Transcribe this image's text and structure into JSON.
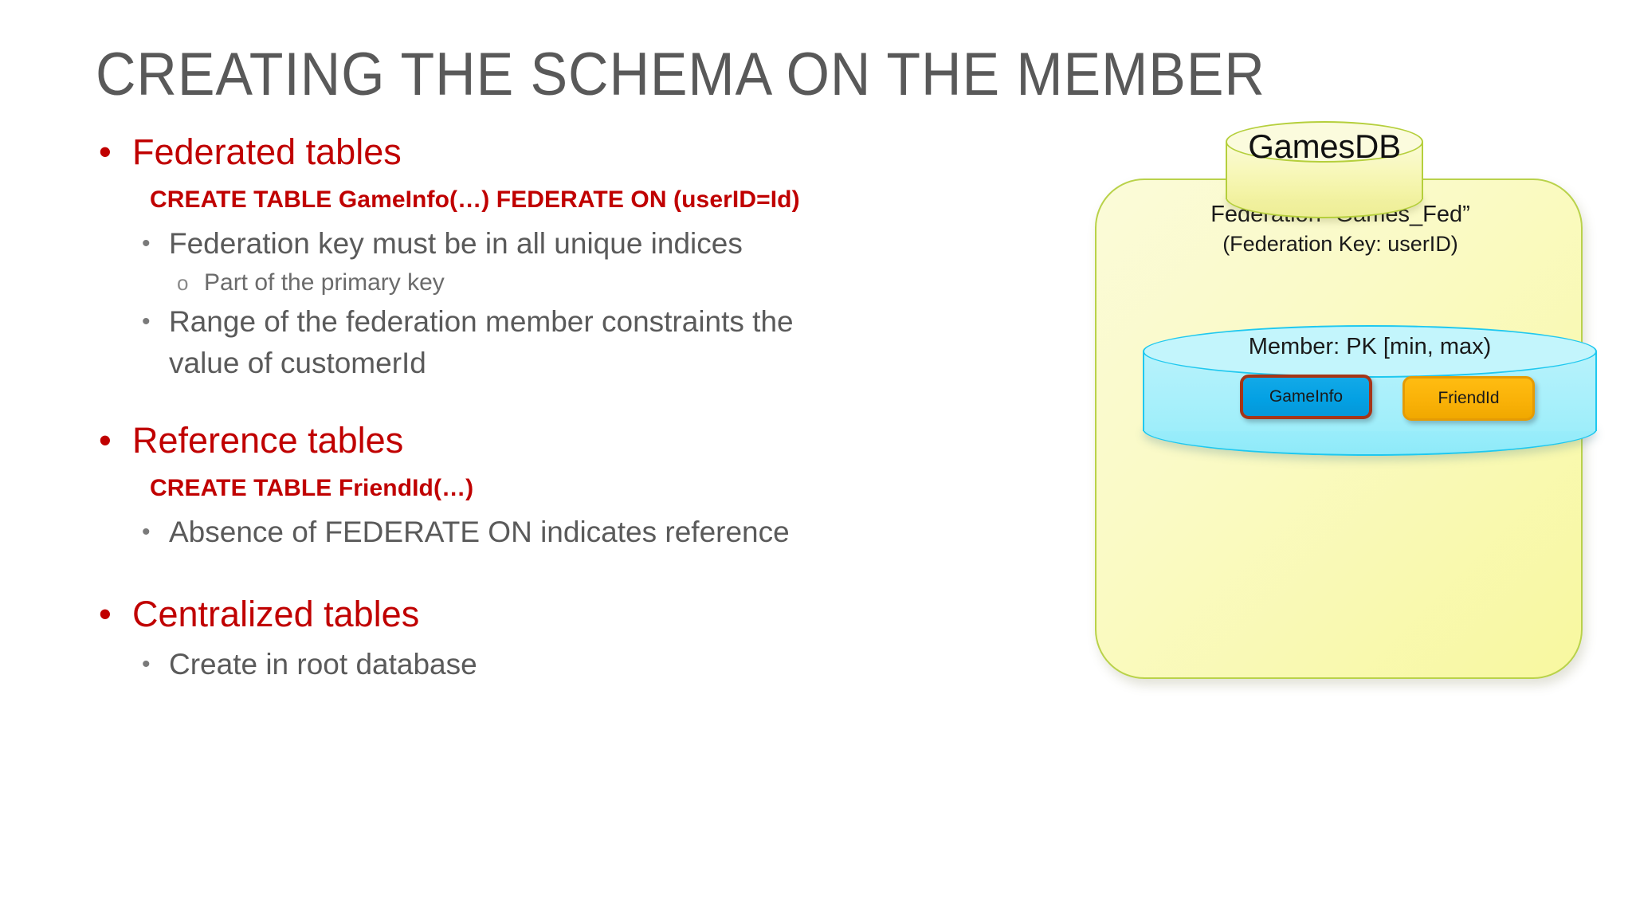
{
  "slide": {
    "title": "CREATING THE SCHEMA ON THE MEMBER",
    "bullet_glyph_level1": "•",
    "bullet_glyph_level2": "•",
    "bullet_glyph_level3": "o",
    "colors": {
      "heading_red": "#c00000",
      "body_gray": "#5a5a5a",
      "title_gray": "#595959",
      "db_yellow_border": "#b5cf3c",
      "db_yellow_fill": "#f7f7b8",
      "federation_border": "#b9d24a",
      "member_cyan_border": "#1fc8ef",
      "member_cyan_fill": "#a9f0fb",
      "gameinfo_fill": "#03a0e3",
      "gameinfo_border": "#a63517",
      "friendid_fill": "#f9b107",
      "friendid_border": "#e59b04"
    },
    "sections": [
      {
        "heading": "Federated tables",
        "code": "CREATE TABLE GameInfo(…) FEDERATE ON (userID=Id)",
        "points": [
          {
            "text": "Federation key must be in all unique indices",
            "sub": [
              "Part of the primary key"
            ]
          },
          {
            "line1": "Range of the federation member constraints the",
            "line2": "value of customerId"
          }
        ]
      },
      {
        "heading": "Reference tables",
        "code": "CREATE TABLE FriendId(…)",
        "points": [
          {
            "text": "Absence of FEDERATE ON indicates reference"
          }
        ]
      },
      {
        "heading": "Centralized tables",
        "points": [
          {
            "text": "Create in root database"
          }
        ]
      }
    ]
  },
  "diagram": {
    "database": {
      "label": "GamesDB"
    },
    "federation": {
      "title": "Federation “Games_Fed”",
      "subtitle": "(Federation Key: userID)"
    },
    "member": {
      "label": "Member: PK [min, max)",
      "tables": [
        {
          "name": "GameInfo"
        },
        {
          "name": "FriendId"
        }
      ]
    }
  }
}
